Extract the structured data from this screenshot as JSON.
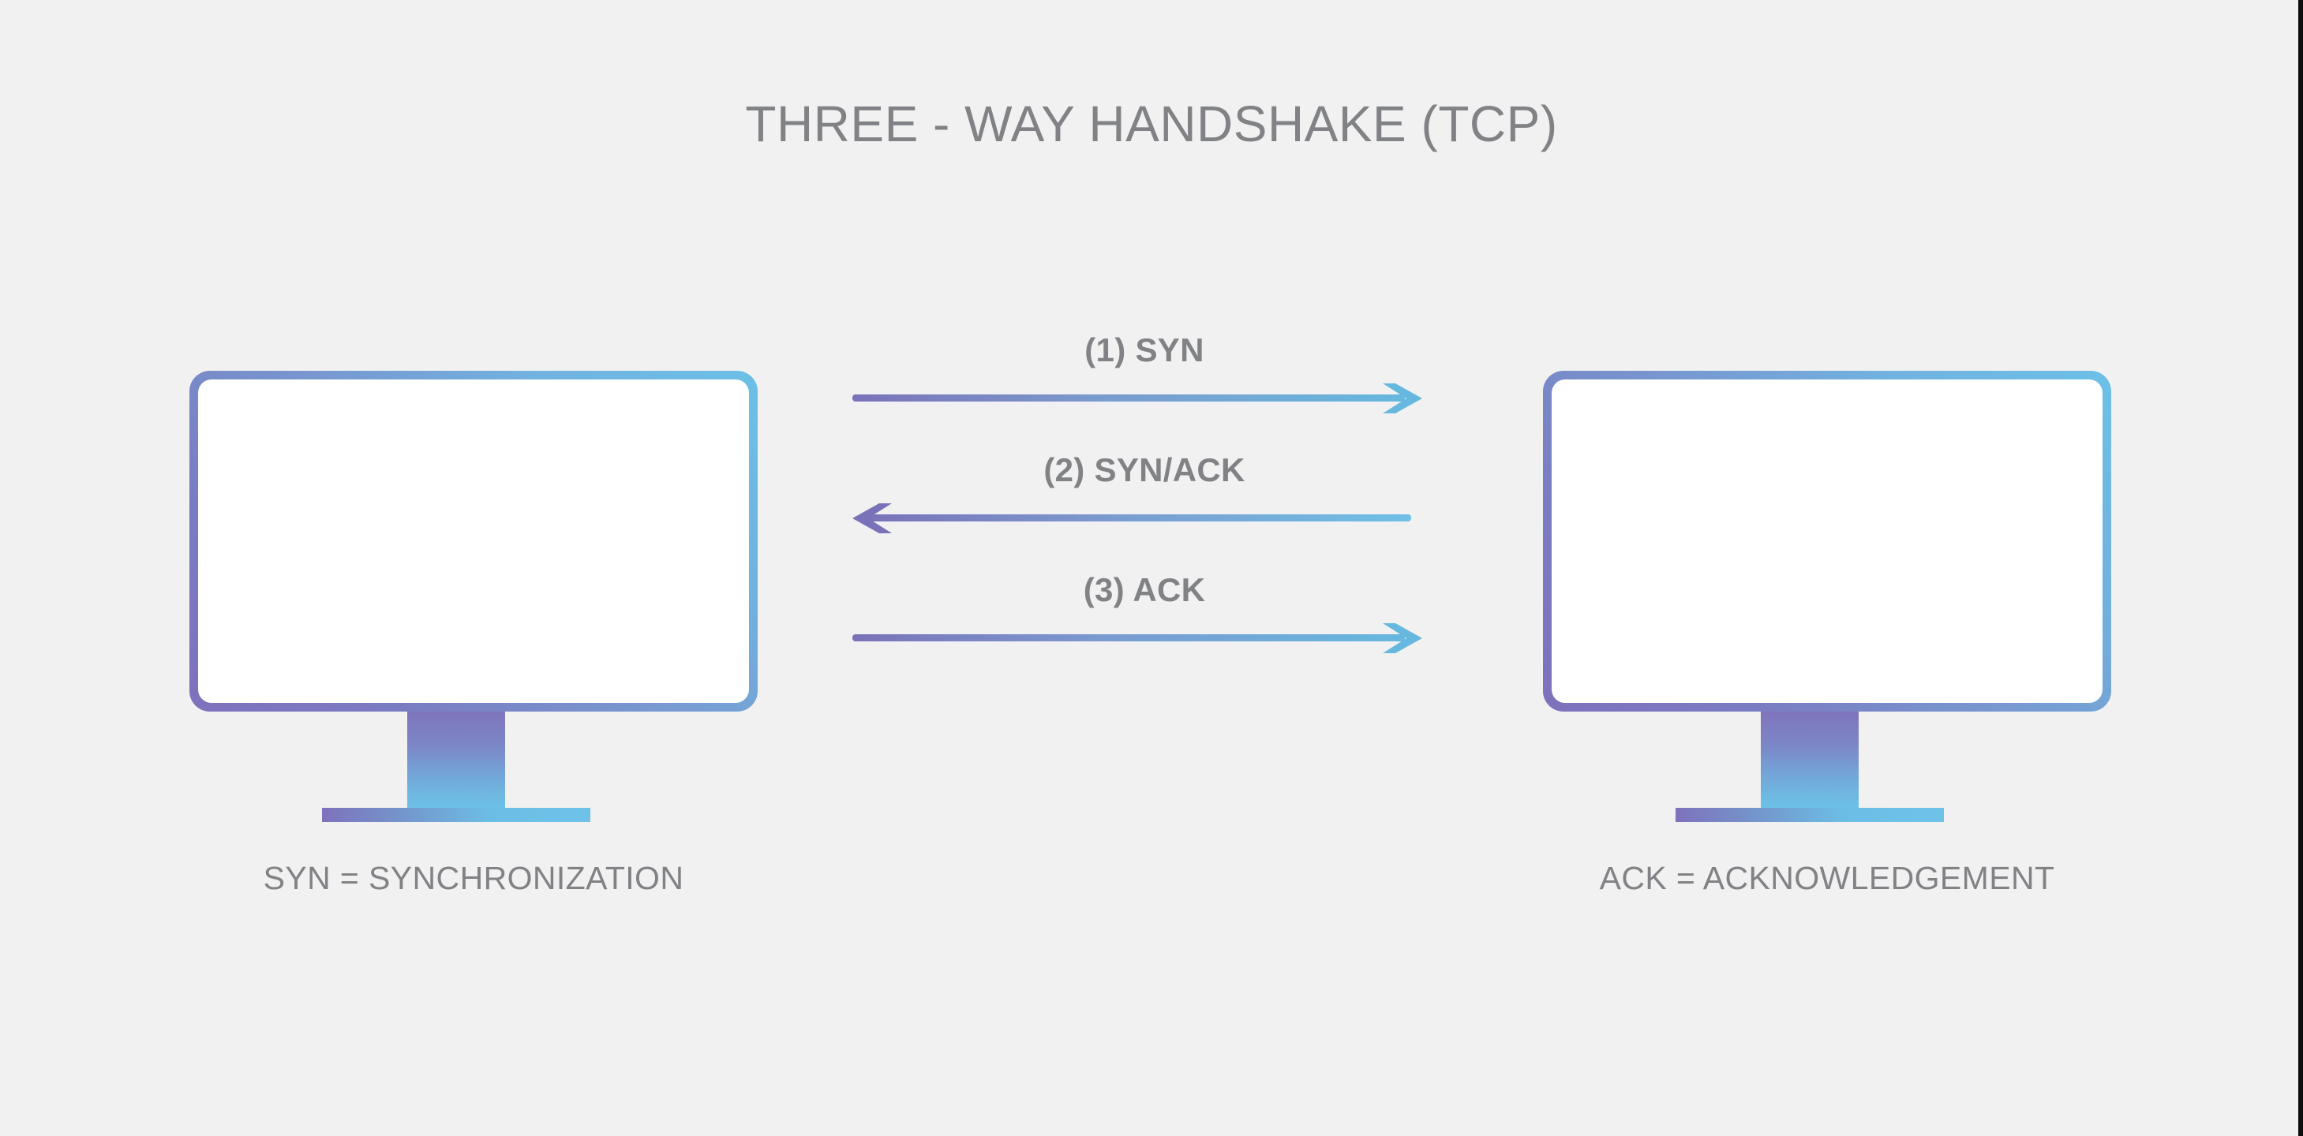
{
  "page": {
    "title": "THREE - WAY HANDSHAKE (TCP)",
    "background_color": "#f1f1f1",
    "text_color": "#808285"
  },
  "theme": {
    "gradient_start": "#7e71bc",
    "gradient_end": "#6cc0e6",
    "arrow_purple": "#7a72b8",
    "arrow_blue": "#66b8df",
    "screen_fill": "#ffffff"
  },
  "devices": [
    {
      "id": "client",
      "caption": "SYN = SYNCHRONIZATION",
      "icon": "computer-monitor-icon"
    },
    {
      "id": "server",
      "caption": "ACK = ACKNOWLEDGEMENT",
      "icon": "computer-monitor-icon"
    }
  ],
  "messages": [
    {
      "step": "1",
      "label": "(1) SYN",
      "direction": "right",
      "icon": "arrow-right-icon"
    },
    {
      "step": "2",
      "label": "(2) SYN/ACK",
      "direction": "left",
      "icon": "arrow-left-icon"
    },
    {
      "step": "3",
      "label": "(3) ACK",
      "direction": "right",
      "icon": "arrow-right-icon"
    }
  ]
}
